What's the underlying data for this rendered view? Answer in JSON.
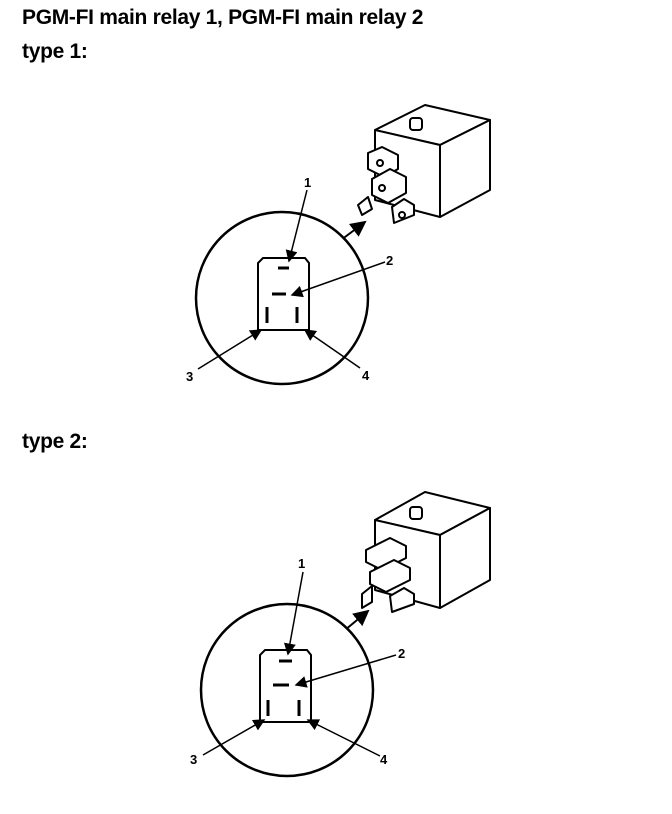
{
  "title": "PGM-FI main relay 1, PGM-FI main relay 2",
  "diagrams": [
    {
      "label": "type 1:",
      "callouts": [
        "1",
        "2",
        "3",
        "4"
      ]
    },
    {
      "label": "type 2:",
      "callouts": [
        "1",
        "2",
        "3",
        "4"
      ]
    }
  ]
}
